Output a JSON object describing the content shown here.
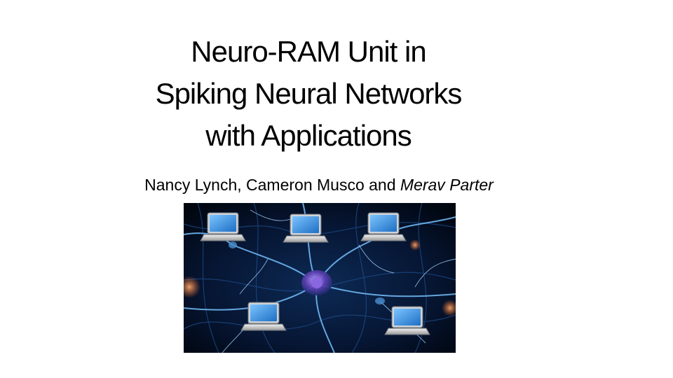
{
  "slide": {
    "title_lines": [
      "Neuro-RAM Unit in",
      "Spiking Neural Networks",
      "with Applications"
    ],
    "authors": {
      "plain": "Nancy Lynch, Cameron Musco and ",
      "emph": "Merav Parter"
    },
    "picture": {
      "description_icons": [
        "neuron-network-background",
        "laptop-icon"
      ],
      "colors": {
        "background": "#020a1e",
        "neuron": "#5aa8e8",
        "soma": "#7d5cc8",
        "laptop_screen": "#2f86d6"
      }
    }
  }
}
